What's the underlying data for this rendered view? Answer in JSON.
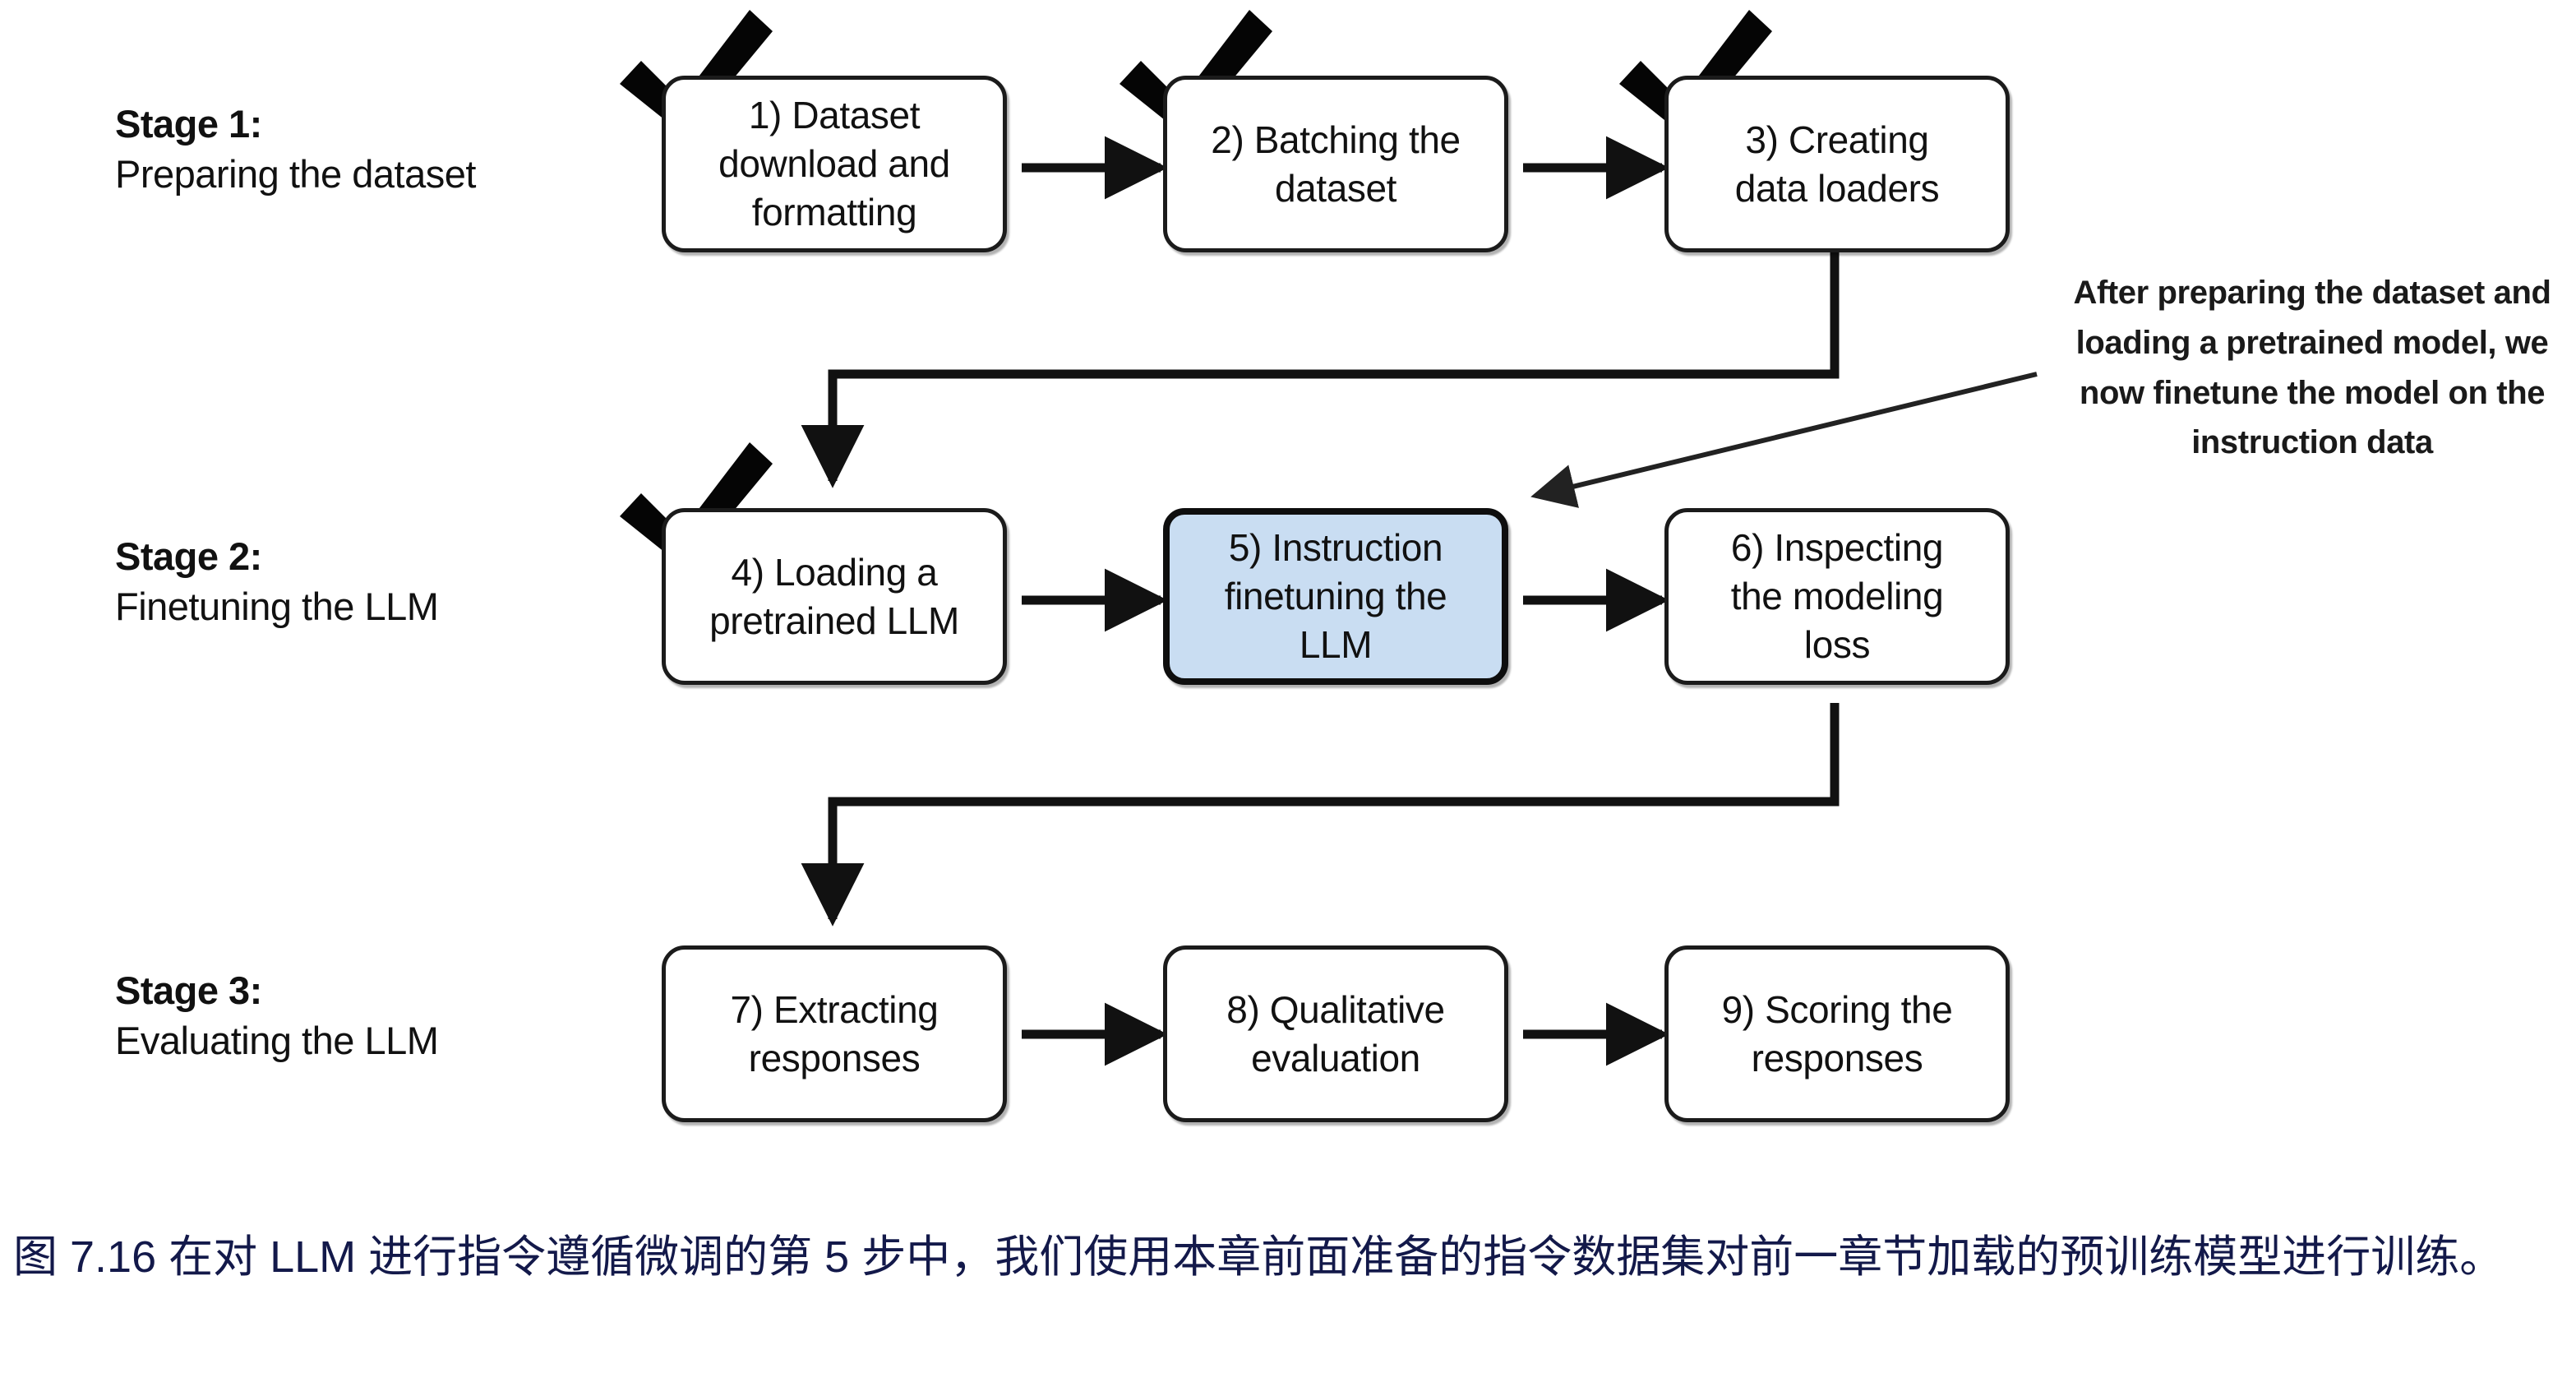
{
  "figure": {
    "title": "Instruction finetuning pipeline overview",
    "accent_color": "#c9ddf2",
    "caption_color": "#13194a",
    "caption": "图 7.16 在对 LLM 进行指令遵循微调的第 5 步中，我们使用本章前面准备的指令数据集对前一章节加载的预训练模型进行训练。"
  },
  "stages": [
    {
      "id": "stage-1",
      "title": "Stage 1:",
      "subtitle": "Preparing the dataset"
    },
    {
      "id": "stage-2",
      "title": "Stage 2:",
      "subtitle": "Finetuning the LLM"
    },
    {
      "id": "stage-3",
      "title": "Stage 3:",
      "subtitle": "Evaluating the LLM"
    }
  ],
  "nodes": [
    {
      "id": "node-1",
      "number": "1)",
      "label": "1) Dataset\ndownload and\nformatting",
      "stage": "stage-1",
      "done": true,
      "highlighted": false
    },
    {
      "id": "node-2",
      "number": "2)",
      "label": "2) Batching the\ndataset",
      "stage": "stage-1",
      "done": true,
      "highlighted": false
    },
    {
      "id": "node-3",
      "number": "3)",
      "label": "3) Creating\ndata loaders",
      "stage": "stage-1",
      "done": true,
      "highlighted": false
    },
    {
      "id": "node-4",
      "number": "4)",
      "label": "4) Loading a\npretrained LLM",
      "stage": "stage-2",
      "done": true,
      "highlighted": false
    },
    {
      "id": "node-5",
      "number": "5)",
      "label": "5) Instruction\nfinetuning the\nLLM",
      "stage": "stage-2",
      "done": false,
      "highlighted": true
    },
    {
      "id": "node-6",
      "number": "6)",
      "label": "6) Inspecting\nthe modeling\nloss",
      "stage": "stage-2",
      "done": false,
      "highlighted": false
    },
    {
      "id": "node-7",
      "number": "7)",
      "label": "7) Extracting\nresponses",
      "stage": "stage-3",
      "done": false,
      "highlighted": false
    },
    {
      "id": "node-8",
      "number": "8)",
      "label": "8) Qualitative\nevaluation",
      "stage": "stage-3",
      "done": false,
      "highlighted": false
    },
    {
      "id": "node-9",
      "number": "9)",
      "label": "9) Scoring the\nresponses",
      "stage": "stage-3",
      "done": false,
      "highlighted": false
    }
  ],
  "annotation": {
    "id": "annotation-note",
    "text": "After preparing the dataset and\nloading a pretrained model, we\nnow finetune the model on the\ninstruction data",
    "points_to": "node-5"
  },
  "icons": {
    "checkmark": "check-icon",
    "arrow": "arrow-right-icon"
  }
}
